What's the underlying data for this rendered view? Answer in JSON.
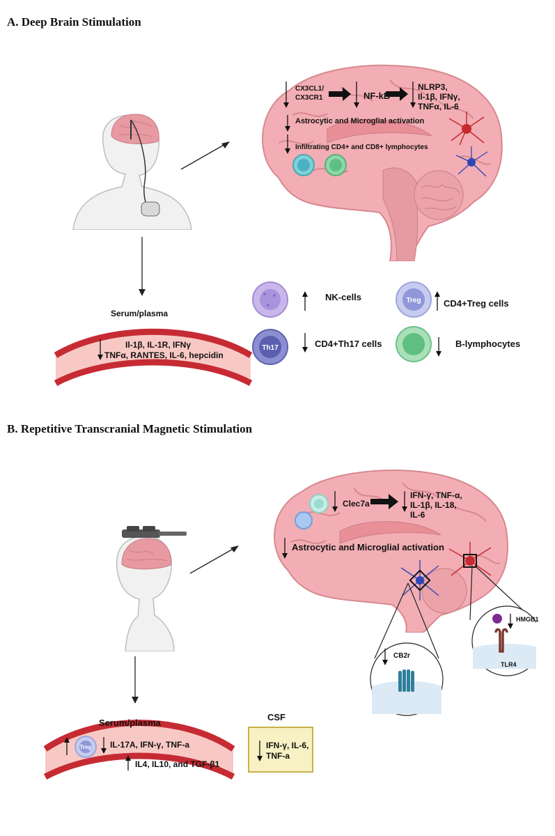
{
  "section_a": {
    "title": "A.  Deep Brain Stimulation",
    "pathway": {
      "node1": [
        "CX3CL1/",
        "CX3CR1"
      ],
      "node2": "NF-kB",
      "node3": [
        "NLRP3,",
        "Il-1β, IFNγ,",
        "TNFα, IL-6"
      ]
    },
    "activation": "Astrocytic and Microglial activation",
    "infiltrating": "Infiltrating CD4+ and CD8+ lymphocytes",
    "serum_label": "Serum/plasma",
    "serum_lines": [
      "Il-1β, IL-1R, IFNγ",
      "TNFα, RANTES, IL-6, hepcidin"
    ],
    "cells": {
      "nk": "NK-cells",
      "treg_icon": "Treg",
      "treg": "CD4+Treg cells",
      "th17_icon": "Th17",
      "th17": "CD4+Th17 cells",
      "b": "B-lymphocytes"
    },
    "arrows": {
      "nk": "up",
      "treg": "up",
      "th17": "down",
      "b": "down"
    }
  },
  "section_b": {
    "title": "B.  Repetitive Transcranial Magnetic Stimulation",
    "pathway": {
      "node1": "Clec7a",
      "node2": [
        "IFN-γ, TNF-α,",
        "IL-1β, IL-18,",
        "IL-6"
      ]
    },
    "activation": "Astrocytic and Microglial activation",
    "zoom_left": "CB2r",
    "zoom_right_top": "HMGB1",
    "zoom_right_bottom": "TLR4",
    "serum_label": "Serum/plasma",
    "serum_treg_icon": "Treg",
    "serum_line1": "IL-17A, IFN-γ, TNF-a",
    "serum_line2": "IL4, IL10, and TGF-β1",
    "csf_label": "CSF",
    "csf_lines": [
      "IFN-γ, IL-6,",
      "TNF-a"
    ]
  },
  "colors": {
    "brain_fill": "#f2aeb4",
    "brain_outline": "#d7888f",
    "vessel_red": "#c62b34",
    "vessel_fill": "#f8c9c4",
    "csf_fill": "#f7f1c4",
    "csf_border": "#c7b14a",
    "astrocyte": "#c62a2e",
    "microglia": "#2f45b8"
  }
}
